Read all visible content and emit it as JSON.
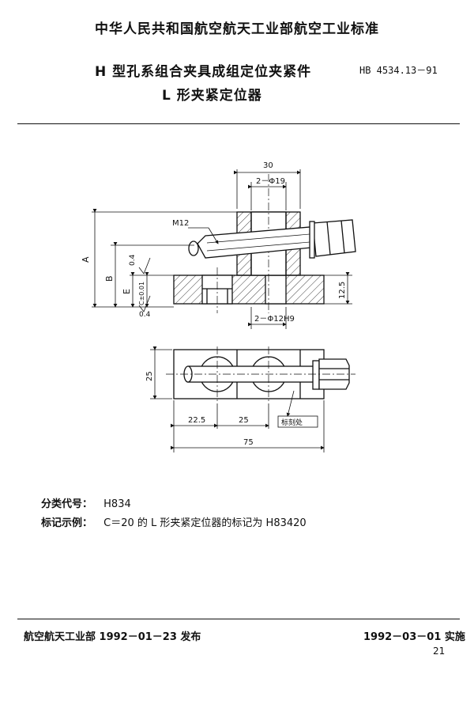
{
  "header": {
    "org_standard": "中华人民共和国航空航天工业部航空工业标准",
    "title_line1": "H 型孔系组合夹具成组定位夹紧件",
    "standard_no": "HB 4534.13－91",
    "title_line2": "L 形夹紧定位器"
  },
  "drawing": {
    "dim_top_30": "30",
    "dim_2_phi19": "2－Φ19",
    "label_m12": "M12",
    "label_A": "A",
    "label_B": "B",
    "label_E": "E",
    "label_C_tol": "C±0.01",
    "label_04_top": "0.4",
    "label_04_bottom": "0.4",
    "dim_12_5": "12.5",
    "dim_2_phi12h9": "2－Φ12H9",
    "dim_25_side": "25",
    "dim_22_5": "22.5",
    "dim_25_mid": "25",
    "dim_75": "75",
    "label_marking": "标刻处"
  },
  "info": {
    "class_code_label": "分类代号：",
    "class_code_value": "H834",
    "mark_example_label": "标记示例：",
    "mark_example_value": "C＝20 的 L 形夹紧定位器的标记为 H83420"
  },
  "footer": {
    "issuer": "航空航天工业部 1992－01－23 发布",
    "effective": "1992－03－01 实施",
    "page": "21"
  }
}
